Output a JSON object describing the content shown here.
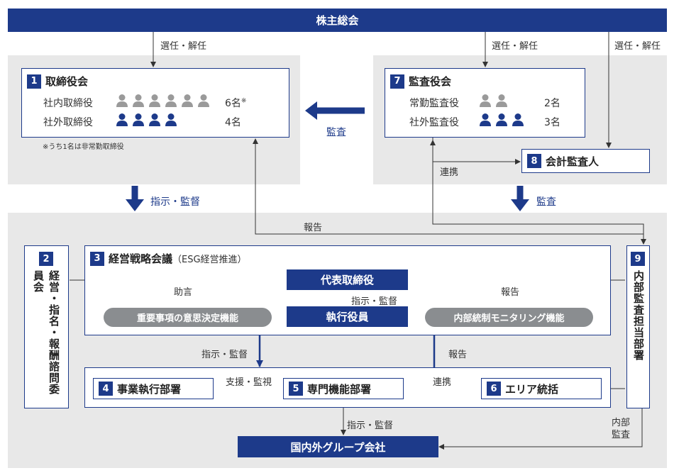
{
  "shareholders_meeting": "株主総会",
  "labels": {
    "elect_dismiss": "選任・解任",
    "audit": "監査",
    "instruct_supervise": "指示・監督",
    "report": "報告",
    "cooperate": "連携",
    "advice": "助言",
    "support_monitor": "支援・監視",
    "internal_audit_line1": "内部",
    "internal_audit_line2": "監査"
  },
  "board": {
    "number": "1",
    "title": "取締役会",
    "inside_label": "社内取締役",
    "inside_count": "6名",
    "inside_mark": "※",
    "outside_label": "社外取締役",
    "outside_count": "4名",
    "note": "※うち1名は非常勤取締役"
  },
  "audit_board": {
    "number": "7",
    "title": "監査役会",
    "full_time_label": "常勤監査役",
    "full_time_count": "2名",
    "outside_label": "社外監査役",
    "outside_count": "3名"
  },
  "accounting_auditor": {
    "number": "8",
    "title": "会計監査人"
  },
  "nomination_committee": {
    "number": "2",
    "title": "経営・指名・報酬諮問委員会"
  },
  "strategy_council": {
    "number": "3",
    "title": "経営戦略会議",
    "subtitle": "（ESG経営推進）",
    "representative": "代表取締役",
    "officers": "執行役員",
    "decision_function": "重要事項の意思決定機能",
    "monitoring_function": "内部統制モニタリング機能"
  },
  "internal_audit_dept": {
    "number": "9",
    "title": "内部監査担当部署"
  },
  "business_dept": {
    "number": "4",
    "title": "事業執行部署"
  },
  "specialist_dept": {
    "number": "5",
    "title": "専門機能部署"
  },
  "area_control": {
    "number": "6",
    "title": "エリア統括"
  },
  "group_companies": "国内外グループ会社",
  "colors": {
    "navy": "#1d3a8a",
    "panel_gray": "#e8e8e8",
    "pill_gray": "#8a8d90",
    "person_gray": "#9a9a9a"
  },
  "icons": {
    "person": "person-icon"
  }
}
